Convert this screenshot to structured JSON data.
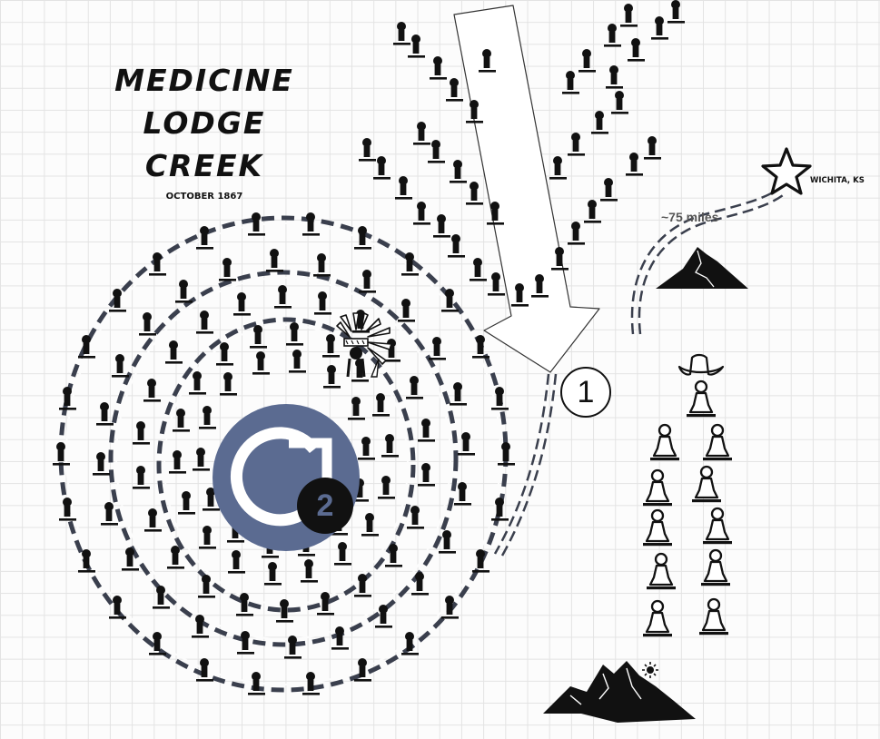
{
  "title": {
    "line1": "MEDICINE",
    "line2": "LODGE",
    "line3": "CREEK",
    "date": "OCTOBER 1867"
  },
  "labels": {
    "destination": "WICHITA, KS",
    "distance": "~75 miles",
    "step_one": "1",
    "step_two": "2"
  },
  "icons": {
    "arrival_arrow": "down-arrow-icon",
    "destination_marker": "star-icon",
    "camp_figures": "pawn-figure-icon",
    "army_figures": "outlined-pawn-icon",
    "cavalry_leader": "cowboy-hat-icon",
    "chief": "headdress-icon",
    "cycle": "rotate-arrow-icon",
    "terrain": "mountain-icon",
    "sun": "sun-icon"
  },
  "colors": {
    "ink": "#111111",
    "dashed_path": "#3a3f4d",
    "cycle_badge": "#5b6b91",
    "grid": "#e3e3e3"
  }
}
